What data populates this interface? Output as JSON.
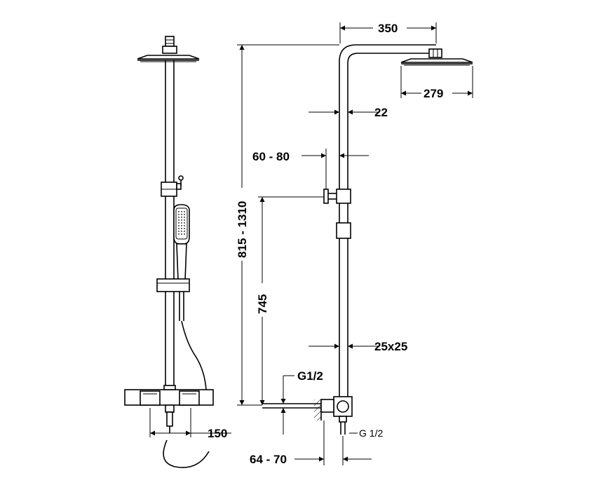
{
  "dimensions": {
    "head_offset": "350",
    "head_width": "279",
    "pipe_diameter": "22",
    "wall_distance": "60 - 80",
    "total_height": "815 - 1310",
    "slider_height": "745",
    "bar_section": "25x25",
    "inlet_thread": "G1/2",
    "outlet_thread": "G 1/2",
    "mixer_offset": "64 - 70",
    "mixer_width": "150"
  }
}
